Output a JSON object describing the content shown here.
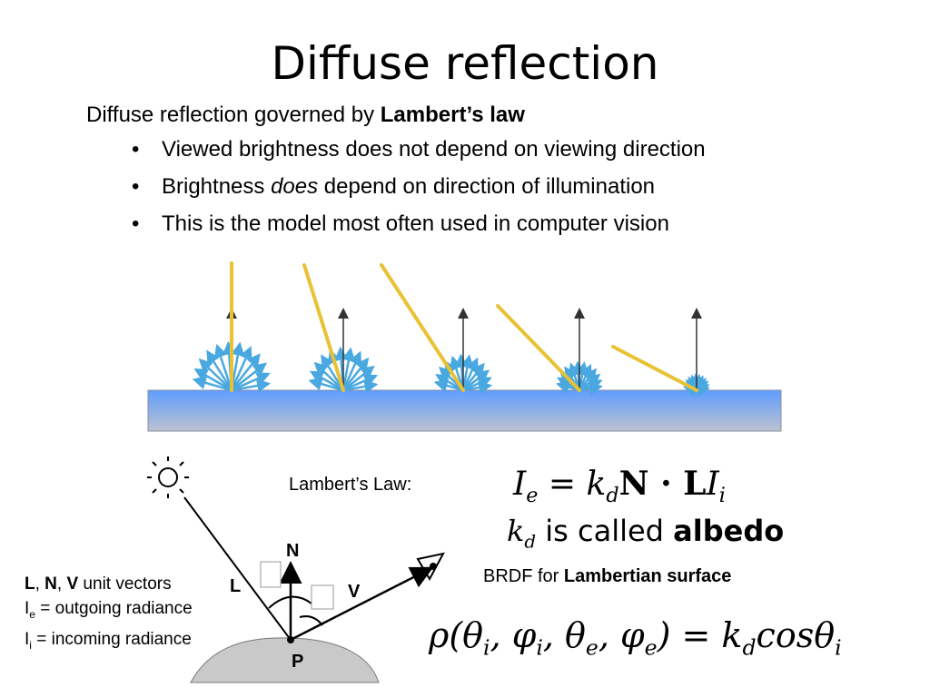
{
  "slide": {
    "title": "Diffuse reflection",
    "subtitle_prefix": "Diffuse reflection governed by ",
    "subtitle_bold": "Lambert’s law",
    "bullets": [
      {
        "before": "Viewed brightness does not depend on viewing direction",
        "em": "",
        "after": ""
      },
      {
        "before": "Brightness ",
        "em": "does",
        "after": " depend on direction of illumination"
      },
      {
        "before": "This is the model most often used in computer vision",
        "em": "",
        "after": ""
      }
    ],
    "bullet_char": "•"
  },
  "diagram": {
    "label_N": "N",
    "label_L": "L",
    "label_V": "V",
    "label_P": "P",
    "legend": {
      "vec_L": "L",
      "vec_N": "N",
      "vec_V": "V",
      "vec_suffix": " unit vectors",
      "ie_main": "I",
      "ie_sub": "e",
      "ie_text": " = outgoing radiance",
      "ii_main": "I",
      "ii_sub": "i",
      "ii_text": "  = incoming radiance"
    },
    "colors": {
      "surface_top": "#6aa6ff",
      "surface_bottom": "#b8bfcc",
      "incident_ray": "#e8c234",
      "scatter": "#4aa8e0",
      "sphere": "#c8c8c8"
    }
  },
  "formula": {
    "law_label": "Lambert’s Law:",
    "eq_Ie": "I",
    "eq_Ie_sub": "e",
    "eq_equals": "=",
    "eq_k": "k",
    "eq_k_sub": "d",
    "eq_NL": "N · L",
    "eq_I": "I",
    "eq_I_sub": "i",
    "albedo_k": "k",
    "albedo_k_sub": "d",
    "albedo_text": " is called ",
    "albedo_bold": "albedo",
    "brdf_prefix": "BRDF for ",
    "brdf_bold": "Lambertian surface",
    "brdf_lhs": "ρ(θ",
    "brdf_s1": "i",
    "brdf_m1": ", φ",
    "brdf_s2": "i",
    "brdf_m2": ", θ",
    "brdf_s3": "e",
    "brdf_m3": ", φ",
    "brdf_s4": "e",
    "brdf_close": ")",
    "brdf_equals": "=",
    "brdf_k": "k",
    "brdf_k_sub": "d",
    "brdf_cos": "cosθ",
    "brdf_cos_sub": "i"
  }
}
